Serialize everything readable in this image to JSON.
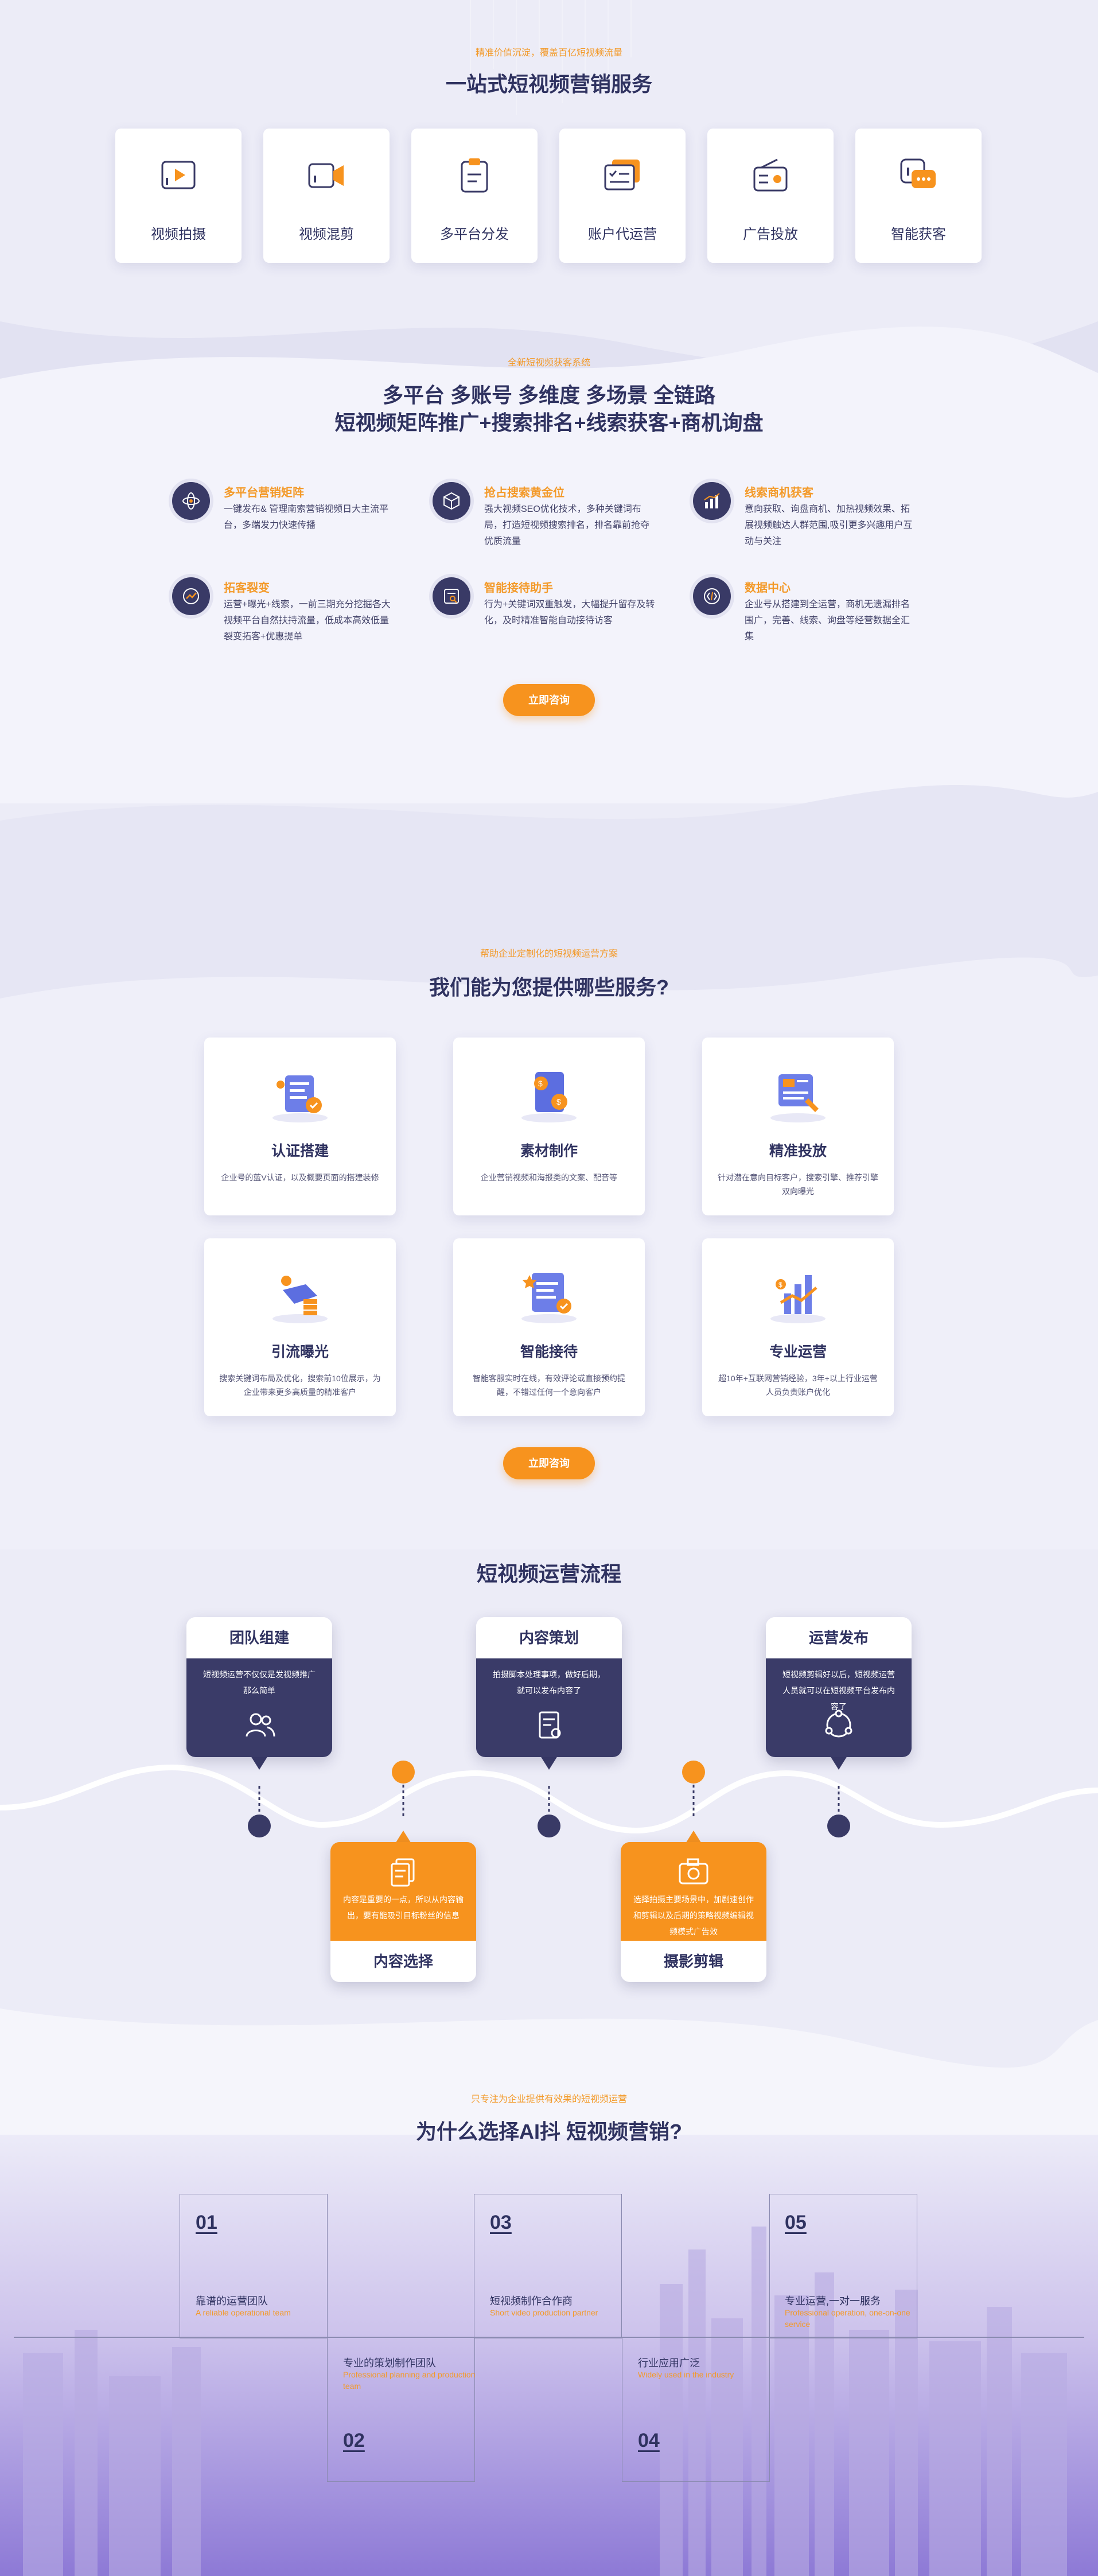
{
  "section_services": {
    "kicker": "精准价值沉淀，覆盖百亿短视频流量",
    "title": "一站式短视频营销服务",
    "items": [
      {
        "label": "视频拍摄",
        "icon": "video-play-icon"
      },
      {
        "label": "视频混剪",
        "icon": "video-camera-icon"
      },
      {
        "label": "多平台分发",
        "icon": "clipboard-icon"
      },
      {
        "label": "账户代运营",
        "icon": "account-card-icon"
      },
      {
        "label": "广告投放",
        "icon": "ad-radio-icon"
      },
      {
        "label": "智能获客",
        "icon": "chat-bubble-icon"
      }
    ]
  },
  "section_system": {
    "kicker": "全新短视频获客系统",
    "title_line1": "多平台 多账号 多维度 多场景 全链路",
    "title_line2": "短视频矩阵推广+搜索排名+线索获客+商机询盘",
    "features": [
      {
        "title": "多平台营销矩阵",
        "desc": "一键发布& 管理南索营销视频日大主流平台，多端发力快速传播",
        "icon": "atom-icon"
      },
      {
        "title": "抢占搜索黄金位",
        "desc": "强大视频SEO优化技术，多种关键词布局，打造短视频搜索排名，排名靠前抢夺优质流量",
        "icon": "cube-icon"
      },
      {
        "title": "线索商机获客",
        "desc": "意向获取、询盘商机、加热视频效果、拓展视频触达人群范围,吸引更多兴趣用户互动与关注",
        "icon": "bar-chart-icon"
      },
      {
        "title": "拓客裂变",
        "desc": "运营+曝光+线索，一前三期充分挖掘各大视频平台自然扶持流量，低成本高效低量裂变拓客+优惠提单",
        "icon": "trend-icon"
      },
      {
        "title": "智能接待助手",
        "desc": "行为+关键词双重触发，大幅提升留存及转化，及时精准智能自动接待访客",
        "icon": "assistant-icon"
      },
      {
        "title": "数据中心",
        "desc": "企业号从搭建到全运营，商机无遗漏排名围广，完善、线索、询盘等经营数据全汇集",
        "icon": "data-icon"
      }
    ],
    "button": "立即咨询"
  },
  "section_offer": {
    "kicker": "帮助企业定制化的短视频运营方案",
    "title": "我们能为您提供哪些服务?",
    "cards": [
      {
        "title": "认证搭建",
        "desc": "企业号的蓝V认证，以及概要页面的搭建装修"
      },
      {
        "title": "素材制作",
        "desc": "企业营销视频和海报类的文案、配音等"
      },
      {
        "title": "精准投放",
        "desc": "针对潜在意向目标客户，搜索引擎、推荐引擎双向曝光"
      },
      {
        "title": "引流曝光",
        "desc": "搜索关键词布局及优化，搜索前10位展示，为企业带来更多高质量的精准客户"
      },
      {
        "title": "智能接待",
        "desc": "智能客服实时在线，有效评论或直接预约提醒，不错过任何一个意向客户"
      },
      {
        "title": "专业运营",
        "desc": "超10年+互联网营销经验，3年+以上行业运营人员负责账户优化"
      }
    ],
    "button": "立即咨询"
  },
  "section_process": {
    "title": "短视频运营流程",
    "top_steps": [
      {
        "title": "团队组建",
        "desc": "短视频运营不仅仅是发视频推广那么简单",
        "icon": "team-icon"
      },
      {
        "title": "内容策划",
        "desc": "拍摄脚本处理事项，做好后期，就可以发布内容了",
        "icon": "document-icon"
      },
      {
        "title": "运营发布",
        "desc": "短视频剪辑好以后，短视频运营人员就可以在短视频平台发布内容了",
        "icon": "cycle-icon"
      }
    ],
    "bottom_steps": [
      {
        "title": "内容选择",
        "desc": "内容是重要的一点，所以从内容输出，要有能吸引目标粉丝的信息",
        "icon": "copy-icon"
      },
      {
        "title": "摄影剪辑",
        "desc": "选择拍摄主要场景中，加剧速创作和剪辑以及后期的策略视频编辑视频模式广告效",
        "icon": "camera-icon"
      }
    ]
  },
  "section_why": {
    "kicker": "只专注为企业提供有效果的短视频运营",
    "title": "为什么选择AI抖 短视频营销?",
    "items": [
      {
        "num": "01",
        "title": "靠谱的运营团队",
        "en": "A reliable operational team"
      },
      {
        "num": "02",
        "title": "专业的策划制作团队",
        "en": "Professional planning and production team"
      },
      {
        "num": "03",
        "title": "短视频制作合作商",
        "en": "Short video production partner"
      },
      {
        "num": "04",
        "title": "行业应用广泛",
        "en": "Widely used in the industry"
      },
      {
        "num": "05",
        "title": "专业运营,一对一服务",
        "en": "Professional operation, one-on-one service"
      }
    ]
  },
  "colors": {
    "navy": "#393a66",
    "orange": "#f7931e",
    "accent": "#f39a2a",
    "bg": "#ececf7"
  }
}
